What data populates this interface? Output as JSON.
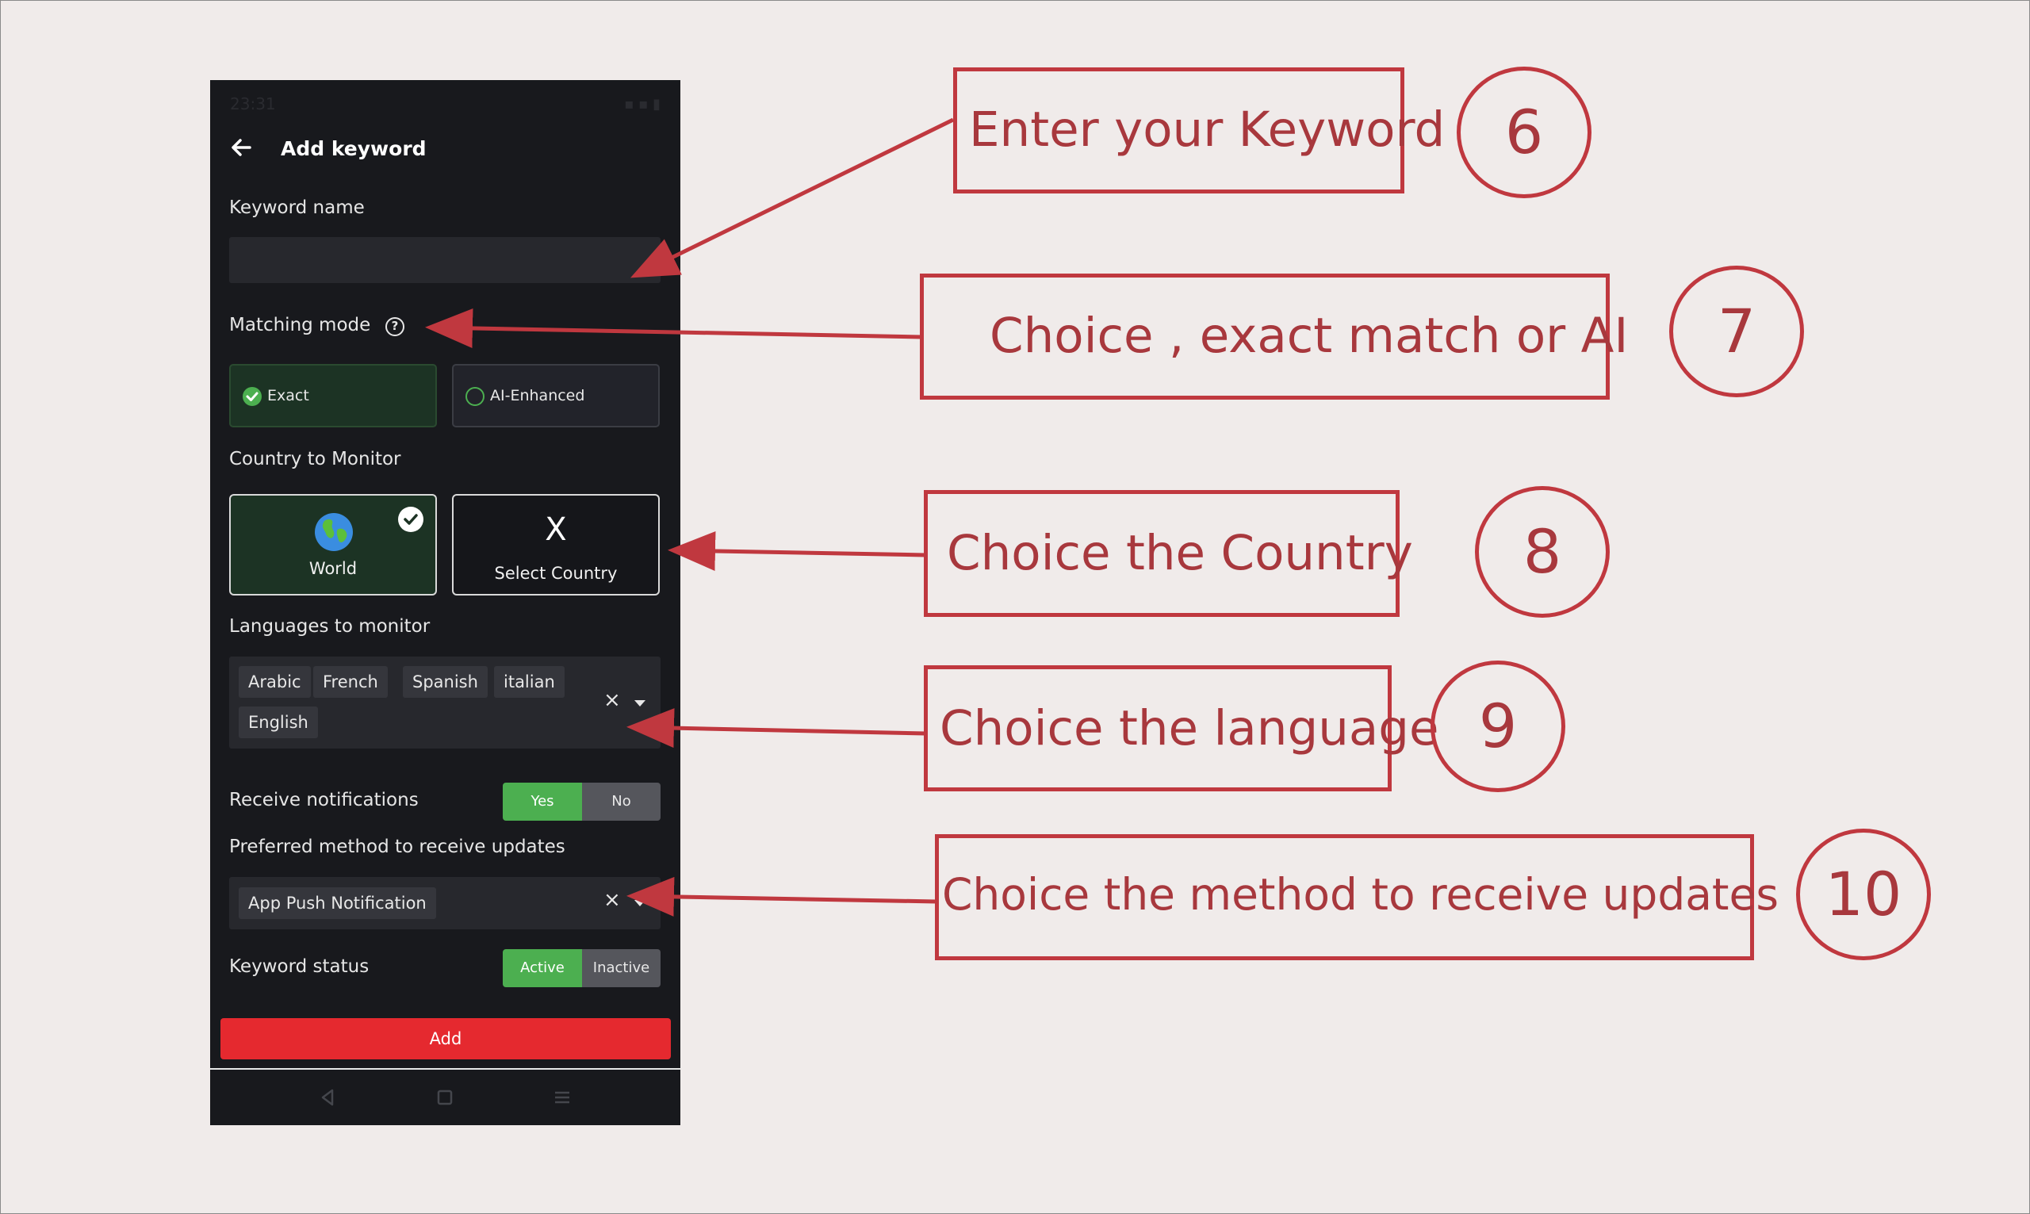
{
  "phone": {
    "status_time": "23:31",
    "header": {
      "title": "Add keyword"
    },
    "keyword_name_label": "Keyword name",
    "keyword_name_value": "",
    "matching_mode": {
      "label": "Matching mode",
      "options": [
        "Exact",
        "AI-Enhanced"
      ],
      "selected": "Exact"
    },
    "country": {
      "label": "Country to Monitor",
      "world_label": "World",
      "select_symbol": "X",
      "select_label": "Select Country",
      "selected": "World"
    },
    "languages": {
      "label": "Languages to monitor",
      "chips": [
        "Arabic",
        "French",
        "Spanish",
        "italian",
        "English"
      ]
    },
    "notifications": {
      "label": "Receive notifications",
      "options": [
        "Yes",
        "No"
      ],
      "selected": "Yes"
    },
    "method": {
      "label": "Preferred method to receive updates",
      "chips": [
        "App Push Notification"
      ]
    },
    "status": {
      "label": "Keyword status",
      "options": [
        "Active",
        "Inactive"
      ],
      "selected": "Active"
    },
    "add_button": "Add"
  },
  "annotations": [
    {
      "text": "Enter your Keyword",
      "number": "6"
    },
    {
      "text": "Choice , exact match or AI",
      "number": "7"
    },
    {
      "text": "Choice the Country",
      "number": "8"
    },
    {
      "text": "Choice the language",
      "number": "9"
    },
    {
      "text": "Choice the method to receive updates",
      "number": "10"
    }
  ],
  "colors": {
    "annotation": "#c0383f",
    "accent_green": "#4caf50",
    "add_button": "#e5292f",
    "phone_bg": "#18191d"
  }
}
